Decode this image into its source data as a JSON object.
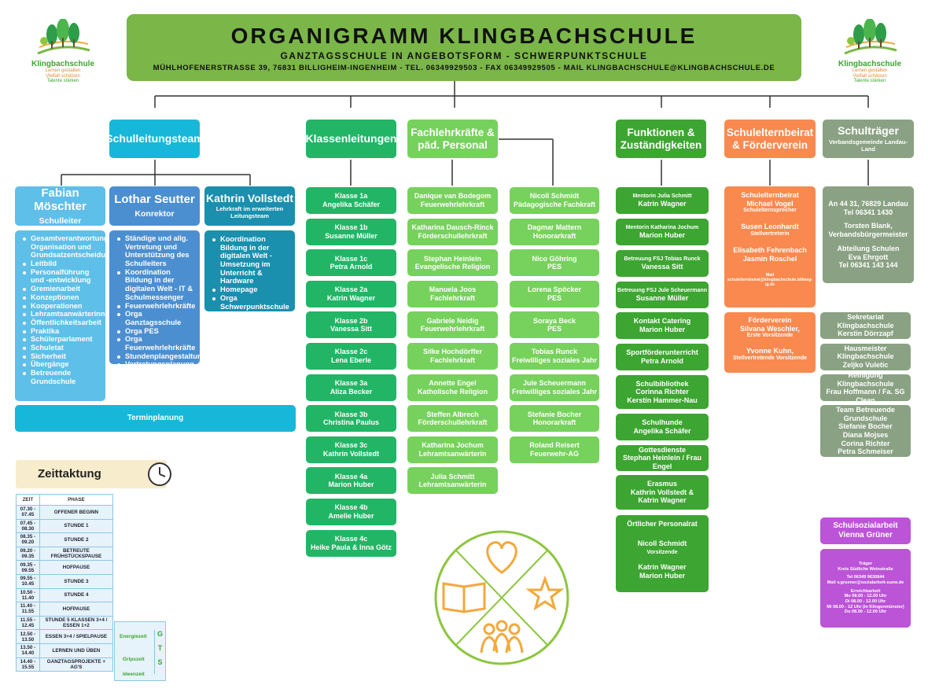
{
  "header": {
    "title": "ORGANIGRAMM KLINGBACHSCHULE",
    "subtitle": "GANZTAGSSCHULE IN ANGEBOTSFORM - SCHWERPUNKTSCHULE",
    "address": "MÜHLHOFENERSTRASSE 39, 76831 BILLIGHEIM-INGENHEIM - TEL. 06349929503 - FAX 06349929505  - MAIL KLINGBACHSCHULE@KLINGBACHSCHULE.DE"
  },
  "logo": {
    "name": "Klingbachschule",
    "line1": "Lernen gestalten",
    "line2": "Vielfalt schätzen",
    "line3": "Talente stärken"
  },
  "colors": {
    "header": "#7ab648",
    "lightblue": "#5ebfe9",
    "blue": "#4c8fd1",
    "teal": "#1a8fae",
    "green": "#22b566",
    "lightgreen": "#77d15d",
    "darkgreen": "#3da531",
    "orange": "#f9894f",
    "grey": "#8aa283",
    "purple": "#bc54d8"
  },
  "schulleitung": {
    "title": "Schulleitungsteam",
    "p1": {
      "name": "Fabian Möschter",
      "role": "Schulleiter",
      "tasks": [
        "Gesamtverantwortung, Organisation und Grundsatzentscheidungen",
        "Leitbild",
        "Personalführung und -entwicklung",
        "Gremienarbeit",
        "Konzeptionen",
        "Kooperationen",
        "Lehramtsanwärterinnen",
        "Öffentlichkeitsarbeit",
        "Praktika",
        "Schülerparlament",
        "Schuletat",
        "Sicherheit",
        "Übergänge",
        "Betreuende Grundschule"
      ]
    },
    "p2": {
      "name": "Lothar Seutter",
      "role": "Konrektor",
      "tasks": [
        "Ständige und allg. Vertretung und Unterstützung des Schulleiters",
        "Koordination Bildung in der digitalen Welt - IT & Schulmessenger",
        "Feuerwehrlehrkräfte",
        "Orga Ganztagsschule",
        "Orga PES",
        "Orga Feuerwehrlehrkräfte",
        "Stundenplangestaltung",
        "Vertretungsplanung"
      ]
    },
    "p3": {
      "name": "Kathrin Vollstedt",
      "role": "Lehrkraft im erweiterten Leitungsteam",
      "tasks": [
        "Koordination Bildung in der digitalen Welt - Umsetzung im Unterricht & Hardware",
        "Homepage",
        "Orga Schwerpunktschule und Förderung"
      ]
    },
    "termin": "Terminplanung"
  },
  "klassen": {
    "title": "Klassenleitungen",
    "items": [
      {
        "k": "Klasse 1a",
        "n": "Angelika Schäfer"
      },
      {
        "k": "Klasse 1b",
        "n": "Susanne Müller"
      },
      {
        "k": "Klasse 1c",
        "n": "Petra Arnold"
      },
      {
        "k": "Klasse 2a",
        "n": "Katrin Wagner"
      },
      {
        "k": "Klasse 2b",
        "n": "Vanessa Sitt"
      },
      {
        "k": "Klasse 2c",
        "n": "Lena Eberle"
      },
      {
        "k": "Klasse 3a",
        "n": "Aliza Becker"
      },
      {
        "k": "Klasse 3b",
        "n": "Christina Paulus"
      },
      {
        "k": "Klasse 3c",
        "n": "Kathrin Vollstedt"
      },
      {
        "k": "Klasse 4a",
        "n": "Marion Huber"
      },
      {
        "k": "Klasse 4b",
        "n": "Amelie Huber"
      },
      {
        "k": "Klasse 4c",
        "n": "Heike Paula & Inna Götz"
      }
    ]
  },
  "fach": {
    "title": "Fachlehrkräfte & päd. Personal",
    "col1": [
      {
        "n": "Danique van Bodegom",
        "r": "Feuerwehrlehrkraft"
      },
      {
        "n": "Katharina Dausch-Rinck",
        "r": "Förderschullehrkraft"
      },
      {
        "n": "Stephan Heinlein",
        "r": "Evangelische Religion"
      },
      {
        "n": "Manuela Joos",
        "r": "Fachlehrkraft"
      },
      {
        "n": "Gabriele Neidig",
        "r": "Feuerwehrlehrkraft"
      },
      {
        "n": "Silke Hochdörffer",
        "r": "Fachlehrkraft"
      },
      {
        "n": "Annette Engel",
        "r": "Katholische Religion"
      },
      {
        "n": "Steffen Albrech",
        "r": "Förderschullehrkraft"
      },
      {
        "n": "Katharina Jochum",
        "r": "Lehramtsanwärterin"
      },
      {
        "n": "Julia Schmitt",
        "r": "Lehramtsanwärterin"
      }
    ],
    "col2": [
      {
        "n": "Nicoll Schmidt",
        "r": "Pädagogische Fachkraft"
      },
      {
        "n": "Dagmar Mattern",
        "r": "Honorarkraft"
      },
      {
        "n": "Nico Göhring",
        "r": "PES"
      },
      {
        "n": "Lorena Spöcker",
        "r": "PES"
      },
      {
        "n": "Soraya Beck",
        "r": "PES"
      },
      {
        "n": "Tobias Runck",
        "r": "Freiwilliges soziales Jahr"
      },
      {
        "n": "Jule Scheuermann",
        "r": "Freiwilliges soziales Jahr"
      },
      {
        "n": "Stefanie Bocher",
        "r": "Honorarkraft"
      },
      {
        "n": "Roland Reisert",
        "r": "Feuerwehr-AG"
      }
    ]
  },
  "funktionen": {
    "title": "Funktionen & Zuständigkeiten",
    "items": [
      {
        "a": "Mentorin Julia Schmitt",
        "b": "Katrin Wagner"
      },
      {
        "a": "Mentorin Katharina Jochum",
        "b": "Marion Huber"
      },
      {
        "a": "Betreuung FSJ Tobias Runck",
        "b": "Vanessa Sitt"
      },
      {
        "a": "Betreuung FSJ Jule Scheuermann",
        "b": "Susanne Müller"
      },
      {
        "a": "Kontakt Catering",
        "b": "Marion Huber"
      },
      {
        "a": "Sportförderunterricht",
        "b": "Petra Arnold"
      },
      {
        "a": "Schulbibliothek",
        "b": "Corinna Richter",
        "c": "Kerstin Hammer-Nau"
      },
      {
        "a": "Schulhunde",
        "b": "Angelika Schäfer"
      },
      {
        "a": "Gottesdienste",
        "b": "Stephan Heinlein / Frau Engel"
      },
      {
        "a": "Erasmus",
        "b": "Kathrin Vollstedt &",
        "c": "Katrin Wagner"
      }
    ],
    "personalrat": {
      "title": "Örtlicher Personalrat",
      "n1": "Nicoll Schmidt",
      "r1": "Vorsitzende",
      "n2": "Katrin Wagner",
      "n3": "Marion Huber"
    }
  },
  "eltern": {
    "title": "Schulelternbeirat & Förderverein",
    "seb": {
      "t": "Schulelternbeirat",
      "n1": "Michael Vogel",
      "r1": "Schulelternsprecher",
      "n2": "Susen Leonhardt",
      "r2": "Stellvertreterin",
      "n3": "Elisabeth Fehrenbach",
      "n4": "Jasmin Roschel",
      "mail_label": "Mail",
      "mail": "schulelternbeirat@klingbachschule.billweg-ig.de"
    },
    "fv": {
      "t": "Förderverein",
      "n1": "Silvana Weschler,",
      "r1": "Erste Vorsitzende",
      "n2": "Yvonne Kuhn,",
      "r2": "Stellvertretende  Vorsitzende"
    }
  },
  "traeger": {
    "title": "Schulträger",
    "sub": "Verbandsgemeinde Landau-Land",
    "info": [
      "An 44 31, 76829 Landau",
      "Tel 06341 1430",
      "",
      "Torsten Blank,",
      "Verbandsbürgermeister",
      "",
      "Abteilung Schulen",
      "Eva Ehrgott",
      "Tel 06341 143 144"
    ],
    "items": [
      {
        "a": "Sekretariat Klingbachschule",
        "b": "Kerstin Dörrzapf"
      },
      {
        "a": "Hausmeister Klingbachschule",
        "b": "Zeljko Vuletic"
      },
      {
        "a": "Reinigung Klingbachschule",
        "b": "Frau Hoffmann / Fa. SG Clean"
      }
    ],
    "team": {
      "a": "Team Betreuende Grundschule",
      "names": [
        "Stefanie Bocher",
        "Diana Mojses",
        "Corina Richter",
        "Petra Schmeiser"
      ]
    }
  },
  "sozial": {
    "title": "Schulsozialarbeit",
    "name": "Vienna Grüner",
    "lines": [
      "Träger",
      "Kreis Südliche Weinstraße",
      "",
      "Tel 06349 9630844",
      "Mail v.gruener@sozialarbeit-suew.de",
      "",
      "Erreichbarkeit",
      "Mo 08.00 - 12.00 Uhr",
      "Di 08.00 - 12.00 Uhr",
      "Mi 08.00 - 12 Uhr (in Klingenmünster)",
      "Do 08.00 - 12.00 Uhr"
    ]
  },
  "zeit": {
    "title": "Zeittaktung",
    "head": [
      "ZEIT",
      "PHASE"
    ],
    "rows": [
      [
        "07.30 - 07.45",
        "OFFENER BEGINN"
      ],
      [
        "07.45 - 08.30",
        "STUNDE 1"
      ],
      [
        "08.35 - 09.20",
        "STUNDE 2"
      ],
      [
        "09.20 - 09.35",
        "BETREUTE FRÜHSTÜCKSPAUSE"
      ],
      [
        "09.35 - 09.55",
        "HOFPAUSE"
      ],
      [
        "09.55 - 10.45",
        "STUNDE 3"
      ],
      [
        "10.50 - 11.40",
        "STUNDE 4"
      ],
      [
        "11.40 - 11.55",
        "HOFPAUSE"
      ],
      [
        "11.55 - 12.45",
        "STUNDE 5 KLASSEN 3+4 / ESSEN 1+2"
      ],
      [
        "12.50 - 13.50",
        "ESSEN 3+4 / SPIELPAUSE"
      ],
      [
        "13.50 - 14.40",
        "LERNEN UND ÜBEN"
      ],
      [
        "14.40 - 15.55",
        "GANZTAGSPROJEKTE + AG'S"
      ]
    ],
    "side": [
      "Energiezeit",
      "Gripszeit",
      "Ideenzeit"
    ],
    "gts": [
      "G",
      "T",
      "S"
    ]
  }
}
